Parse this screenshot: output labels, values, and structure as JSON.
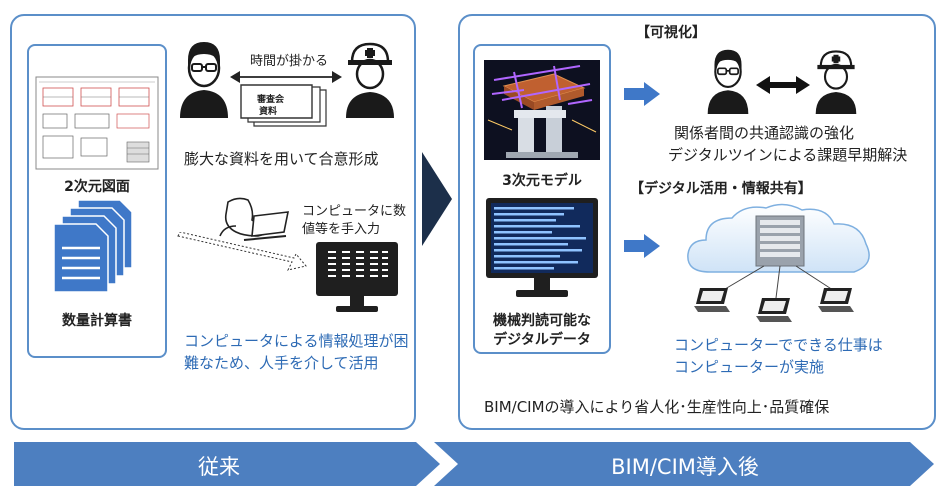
{
  "left": {
    "drawing_label": "2次元図面",
    "calc_label": "数量計算書",
    "time_label": "時間が掛かる",
    "document_label_1": "審査会",
    "document_label_2": "資料",
    "consensus_text": "膨大な資料を用いて合意形成",
    "manual_input_1": "コンピュータに数",
    "manual_input_2": "値等を手入力",
    "note_1": "コンピュータによる情報処理が困",
    "note_2": "難なため、人手を介して活用"
  },
  "right": {
    "model_label": "3次元モデル",
    "data_label_1": "機械判読可能な",
    "data_label_2": "デジタルデータ",
    "visual_title": "【可視化】",
    "visual_1": "関係者間の共通認識の強化",
    "visual_2": "デジタルツインによる課題早期解決",
    "share_title": "【デジタル活用・情報共有】",
    "share_1": "コンピューターでできる仕事は",
    "share_2": "コンピューターが実施",
    "summary": "BIM/CIMの導入により省人化･生産性向上･品質確保"
  },
  "bottom": {
    "before": "従来",
    "after": "BIM/CIM導入後"
  },
  "colors": {
    "border": "#5b8fc9",
    "banner": "#4d7fc0",
    "accent_text": "#2e6bb5",
    "chevron": "#1c2f4a"
  }
}
